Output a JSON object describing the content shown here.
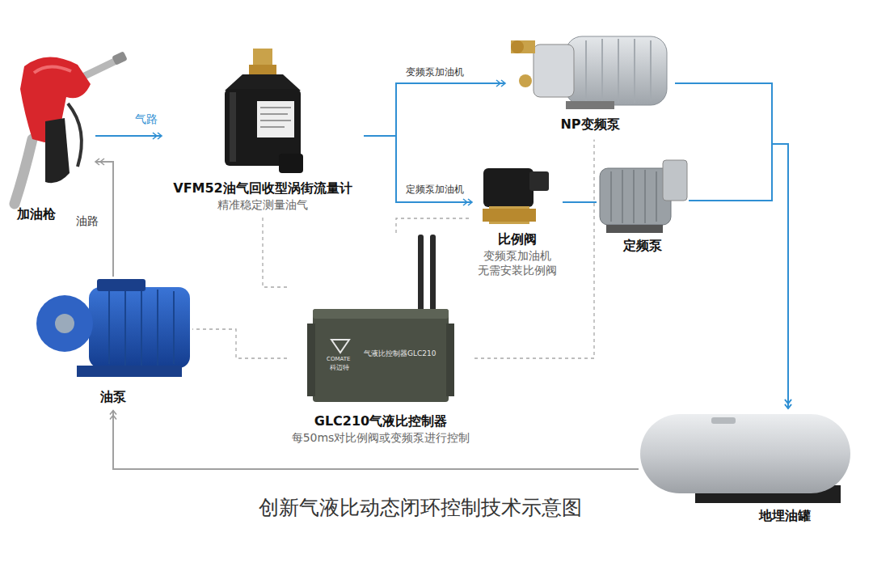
{
  "diagram": {
    "title": "创新气液比动态闭环控制技术示意图",
    "nodes": [
      {
        "text": [
          "加油枪"
        ]
      },
      {
        "text": [
          "VFM52油气回收型涡街流量计",
          "精准稳定测量油气"
        ]
      },
      {
        "text": [
          "NP变频泵"
        ]
      },
      {
        "text": [
          "比例阀",
          "变频泵加油机 无需安装比例阀"
        ]
      },
      {
        "text": [
          "定频泵"
        ]
      },
      {
        "text": [
          "GLC210气液比控制器",
          "每50ms对比例阀或变频泵进行控制"
        ]
      },
      {
        "text": [
          "油泵"
        ]
      },
      {
        "text": [
          "地埋油罐"
        ]
      }
    ],
    "edges": [
      {
        "from": 0,
        "to": 1,
        "arrow": "to",
        "label": "气路"
      },
      {
        "from": 1,
        "to": 2,
        "arrow": "to",
        "label": "变频泵加油机"
      },
      {
        "from": 1,
        "to": 3,
        "arrow": "to",
        "label": "定频泵加油机"
      },
      {
        "from": 3,
        "to": 4,
        "arrow": "none"
      },
      {
        "from": 2,
        "to": 7,
        "arrow": "to"
      },
      {
        "from": 4,
        "to": 7,
        "arrow": "to"
      },
      {
        "from": 7,
        "to": 6,
        "arrow": "to"
      },
      {
        "from": 6,
        "to": 0,
        "arrow": "to",
        "label": "油路"
      },
      {
        "from": 5,
        "to": 1,
        "arrow": "none"
      },
      {
        "from": 5,
        "to": 3,
        "arrow": "none"
      },
      {
        "from": 5,
        "to": 2,
        "arrow": "none"
      },
      {
        "from": 5,
        "to": 6,
        "arrow": "none"
      }
    ],
    "labels": [
      "气液比控制器GLC210",
      "COMATE",
      "科迈特"
    ]
  }
}
